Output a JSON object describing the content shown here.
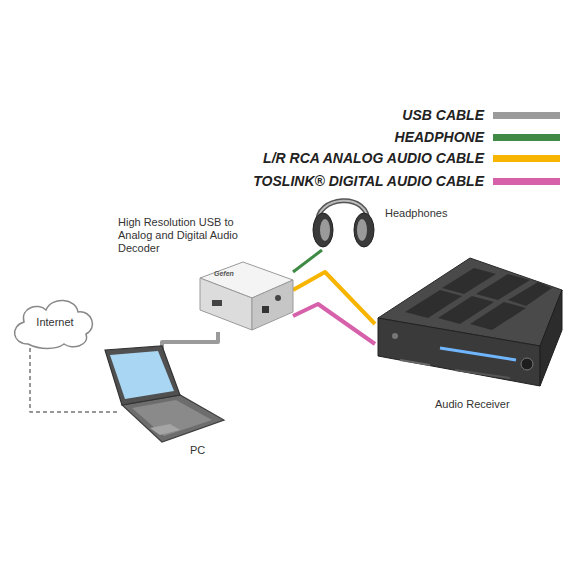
{
  "diagram": {
    "nodes": [
      {
        "text": [
          "High Resolution USB to Analog and Digital Audio Decoder"
        ]
      },
      {
        "text": [
          "Headphones"
        ]
      },
      {
        "text": [
          "Internet"
        ]
      },
      {
        "text": [
          "Audio Receiver"
        ]
      },
      {
        "text": [
          "PC"
        ]
      }
    ],
    "edges": [
      {
        "from": 4,
        "to": 0,
        "arrow": "none"
      },
      {
        "from": 0,
        "to": 1,
        "arrow": "none"
      },
      {
        "from": 0,
        "to": 3,
        "arrow": "none"
      },
      {
        "from": 0,
        "to": 3,
        "arrow": "none"
      },
      {
        "from": 2,
        "to": 4,
        "arrow": "none"
      }
    ],
    "labels": [
      "Gefen"
    ],
    "legend": [
      {
        "text": "USB CABLE",
        "color": "#9b9b9b"
      },
      {
        "text": "HEADPHONE",
        "color": "#3f8b45"
      },
      {
        "text": "L/R RCA ANALOG AUDIO CABLE",
        "color": "#f7b500"
      },
      {
        "text": "TOSLINK® DIGITAL AUDIO CABLE",
        "color": "#d660aa"
      }
    ]
  }
}
